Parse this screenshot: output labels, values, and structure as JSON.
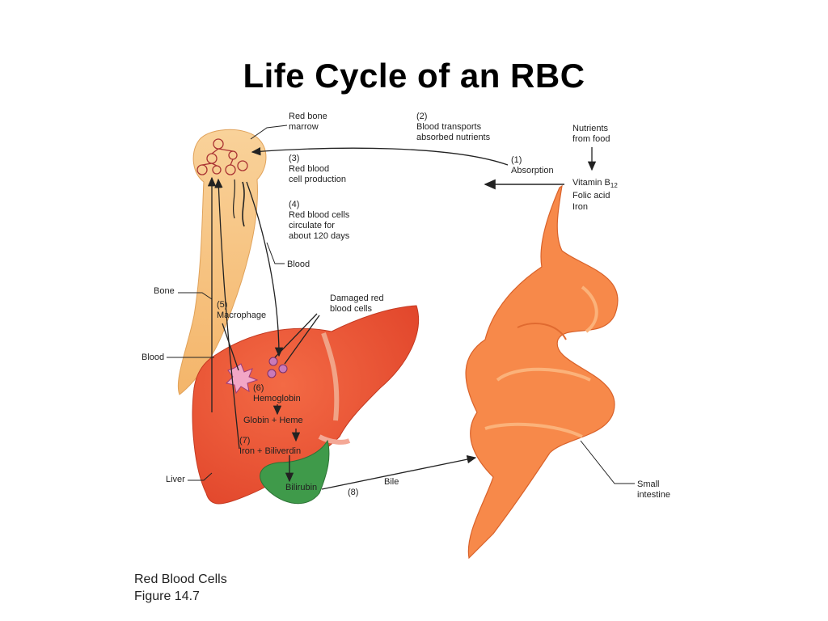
{
  "title": "Life Cycle of an RBC",
  "labels": {
    "red_bone_marrow": [
      "Red bone",
      "marrow"
    ],
    "step2": [
      "(2)",
      "Blood transports",
      "absorbed nutrients"
    ],
    "nutrients": [
      "Nutrients",
      "from food"
    ],
    "step1": [
      "(1)",
      "Absorption"
    ],
    "vitamin": "Vitamin B",
    "vitamin_sub": "12",
    "folic_acid": "Folic acid",
    "iron_nutrient": "Iron",
    "step3": [
      "(3)",
      "Red blood",
      "cell production"
    ],
    "step4": [
      "(4)",
      "Red blood cells",
      "circulate for",
      "about 120 days"
    ],
    "blood_upper": "Blood",
    "bone": "Bone",
    "step5": [
      "(5)",
      "Macrophage"
    ],
    "damaged": [
      "Damaged red",
      "blood cells"
    ],
    "blood_left": "Blood",
    "step6": [
      "(6)",
      "Hemoglobin"
    ],
    "globin_heme": "Globin + Heme",
    "step7": [
      "(7)",
      "Iron + Biliverdin"
    ],
    "liver": "Liver",
    "bilirubin": "Bilirubin",
    "step8": "(8)",
    "bile": "Bile",
    "small_intestine": [
      "Small",
      "intestine"
    ]
  },
  "caption": [
    "Red Blood Cells",
    "Figure 14.7"
  ],
  "colors": {
    "bone": "#f7c98a",
    "liver": "#f05a3a",
    "intestine": "#f7894a",
    "gallbladder": "#3f9a4a",
    "arrow": "#222222"
  }
}
